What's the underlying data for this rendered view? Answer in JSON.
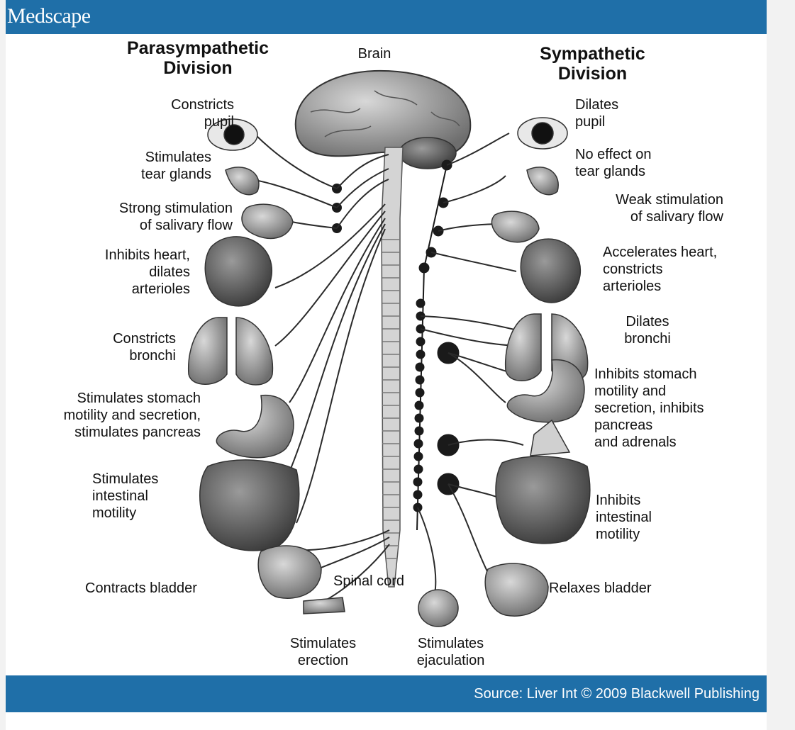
{
  "header": {
    "brand": "Medscape"
  },
  "titles": {
    "parasympathetic": "Parasympathetic\nDivision",
    "sympathetic": "Sympathetic\nDivision",
    "brain": "Brain",
    "spinal_cord": "Spinal cord"
  },
  "parasympathetic_effects": {
    "pupil": "Constricts\npupil",
    "tears": "Stimulates\ntear glands",
    "saliva": "Strong stimulation\nof salivary flow",
    "heart": "Inhibits heart,\ndilates\narterioles",
    "bronchi": "Constricts\nbronchi",
    "stomach": "Stimulates stomach\nmotility and secretion,\nstimulates pancreas",
    "intestine": "Stimulates\nintestinal\nmotility",
    "bladder": "Contracts bladder",
    "erection": "Stimulates\nerection"
  },
  "sympathetic_effects": {
    "pupil": "Dilates\npupil",
    "tears": "No effect on\ntear glands",
    "saliva": "Weak stimulation\nof salivary flow",
    "heart": "Accelerates heart,\nconstricts\narterioles",
    "bronchi": "Dilates\nbronchi",
    "stomach": "Inhibits stomach\nmotility and\nsecretion, inhibits\npancreas\nand adrenals",
    "intestine": "Inhibits\nintestinal\nmotility",
    "bladder": "Relaxes bladder",
    "ejaculation": "Stimulates\nejaculation"
  },
  "footer": {
    "source": "Source: Liver Int © 2009 Blackwell Publishing"
  },
  "colors": {
    "banner": "#1f6fa8",
    "organ": "#8a8a8a",
    "nerve": "#333333"
  }
}
